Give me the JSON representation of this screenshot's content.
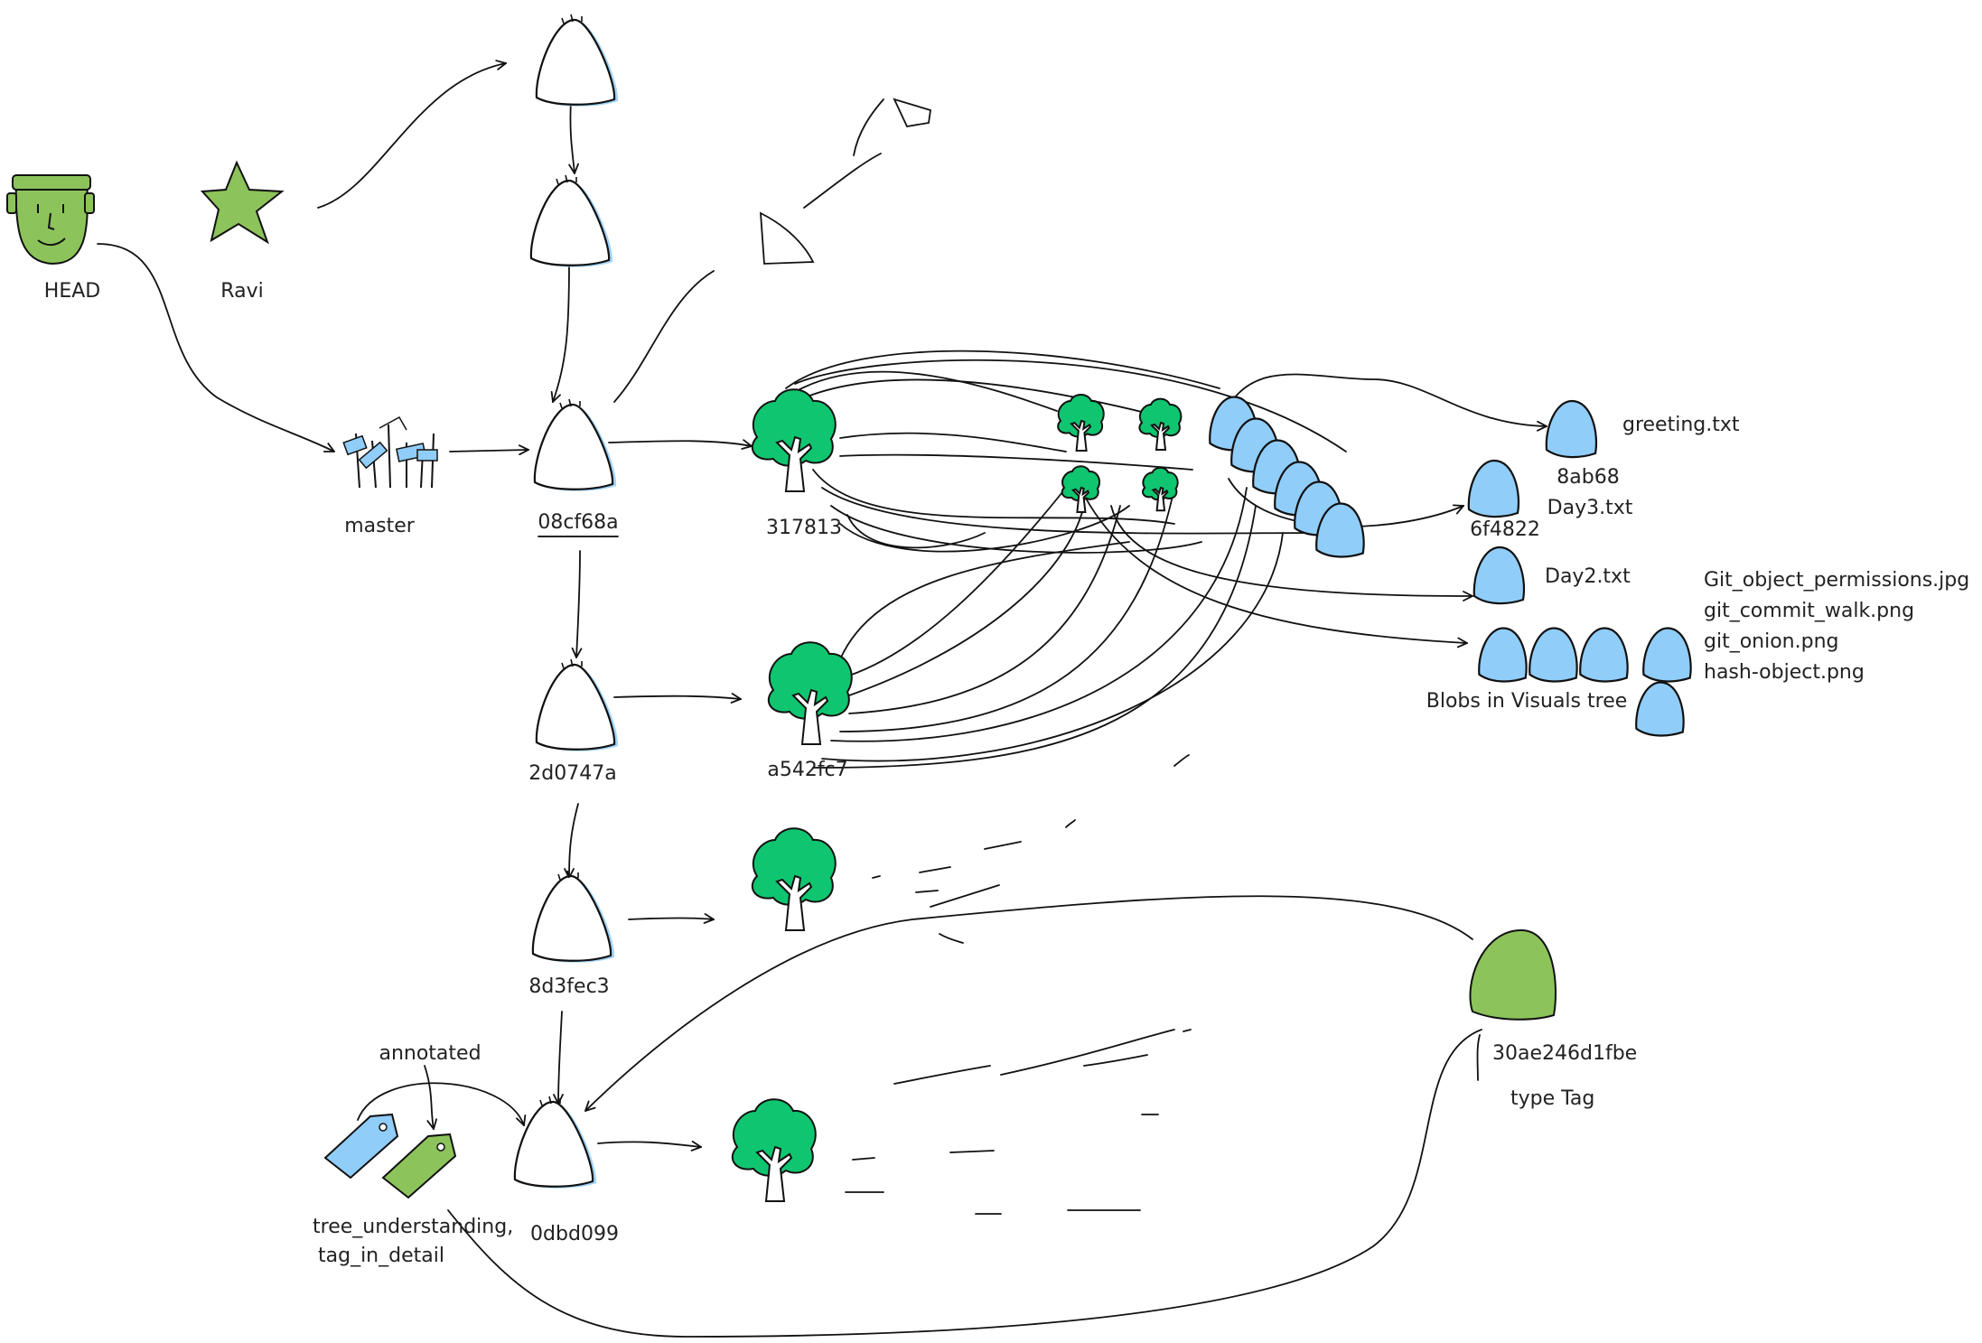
{
  "colors": {
    "commit": "#90cdf9",
    "blob": "#90cdf9",
    "tree": "#0fc56f",
    "head_face": "#8dc35b",
    "star": "#8dc35b",
    "tag_annotated": "#8dc35b",
    "tag_light": "#90cdf9",
    "tag_object": "#8dc35b",
    "ink": "#111111"
  },
  "icons": {
    "head": "face-icon",
    "branch_author": "star-icon",
    "branch": "branch-sticks-icon",
    "commit": "commit-blob-icon",
    "tree": "tree-icon",
    "blob": "blob-icon",
    "tag": "tag-icon"
  },
  "refs": {
    "head": "HEAD",
    "author": "Ravi",
    "branch": "master"
  },
  "commits": [
    {
      "id": "08cf68a"
    },
    {
      "id": "2d0747a"
    },
    {
      "id": "8d3fec3"
    },
    {
      "id": "0dbd099"
    }
  ],
  "trees": [
    {
      "id": "317813"
    },
    {
      "id": "a542fc7"
    }
  ],
  "blobs": {
    "greeting": "greeting.txt",
    "hash_8ab68": "8ab68",
    "day3": "Day3.txt",
    "hash_6f4822": "6f4822",
    "day2": "Day2.txt",
    "visuals_caption": "Blobs in Visuals tree",
    "visual_files": [
      "Git_object_permissions.jpg",
      "git_commit_walk.png",
      "git_onion.png",
      "hash-object.png"
    ]
  },
  "tags": {
    "annotated_label": "annotated",
    "names_line1": "tree_understanding,",
    "names_line2": "tag_in_detail",
    "tag_object_id": "30ae246d1fbe",
    "tag_object_type": "type Tag"
  }
}
